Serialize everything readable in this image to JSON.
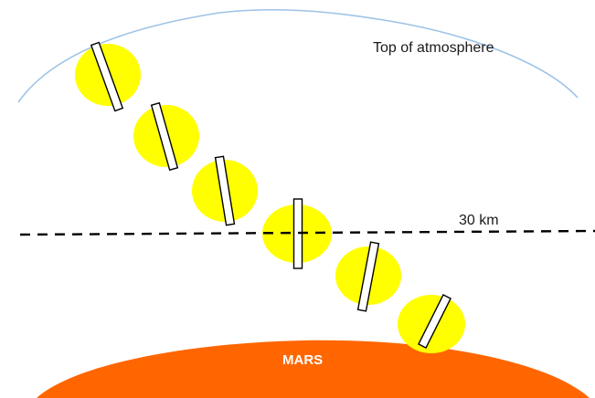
{
  "labels": {
    "top_of_atmosphere": "Top of atmosphere",
    "altitude_line": "30 km",
    "planet": "MARS"
  },
  "colors": {
    "atmosphere_line": "#9dc3e6",
    "sun_disk": "#ffff00",
    "planet_fill": "#ff6600",
    "altitude_dash": "#000000",
    "slit_fill": "#ffffff",
    "slit_stroke": "#000000"
  },
  "steps": [
    {
      "label": ""
    },
    {
      "label": ""
    },
    {
      "label": ""
    },
    {
      "label": ""
    },
    {
      "label": ""
    },
    {
      "label": ""
    }
  ]
}
